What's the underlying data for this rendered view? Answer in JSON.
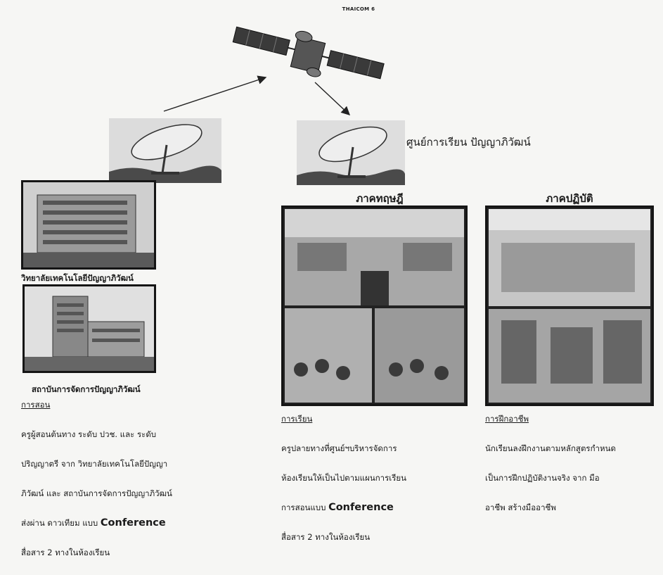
{
  "satellite": {
    "label": "THAICOM 6"
  },
  "center": {
    "title": "ศูนย์การเรียน ปัญญาภิวัฒน์"
  },
  "theory": {
    "heading": "ภาคทฤษฎี",
    "section_title": "การเรียน",
    "lines": [
      "  ครูปลายทางที่ศูนย์ฯบริหารจัดการ",
      "ห้องเรียนให้เป็นไปตามแผนการเรียน",
      "การสอนแบบ ",
      "สื่อสาร  2  ทางในห้องเรียน"
    ],
    "bold_word": "Conference"
  },
  "practice": {
    "heading": "ภาคปฏิบัติ",
    "section_title": "การฝึกอาชีพ",
    "lines": [
      "นักเรียนลงฝึกงานตามหลักสูตรกำหนด",
      "เป็นการฝึกปฏิบัติงานจริง จาก มือ",
      "อาชีพ สร้างมืออาชีพ"
    ]
  },
  "college": {
    "name": "วิทยาลัยเทคโนโลยีปัญญาภิวัฒน์"
  },
  "institute": {
    "name": "สถาบันการจัดการปัญญาภิวัฒน์"
  },
  "teaching": {
    "section_title": "การสอน",
    "lines": [
      " ครูผู้สอนต้นทาง ระดับ ปวช. และ ระดับ",
      "ปริญญาตรี จาก วิทยาลัยเทคโนโลยีปัญญา",
      "ภิวัฒน์ และ สถาบันการจัดการปัญญาภิวัฒน์",
      "ส่งผ่าน ดาวเทียม แบบ  ",
      "สื่อสาร  2  ทางในห้องเรียน"
    ],
    "bold_word": "Conference"
  }
}
